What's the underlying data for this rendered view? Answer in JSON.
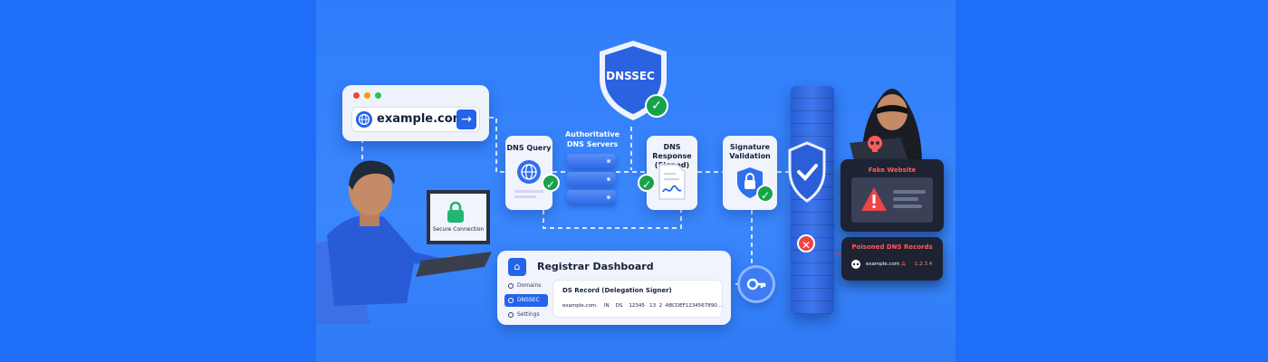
{
  "browser": {
    "url": "example.com",
    "dot_colors": [
      "#ef4444",
      "#f59e0b",
      "#22c55e"
    ]
  },
  "badge": {
    "label": "DNSSEC"
  },
  "flow": {
    "dns_query": "DNS Query",
    "authoritative": [
      "Authoritative",
      "DNS Servers"
    ],
    "dns_response": [
      "DNS Response",
      "(Signed)"
    ],
    "signature_validation": [
      "Signature",
      "Validation"
    ]
  },
  "laptop": {
    "screen_text": "Secure Connection"
  },
  "registrar": {
    "title": "Registrar Dashboard",
    "nav": [
      {
        "label": "Domains",
        "active": false
      },
      {
        "label": "DNSSEC",
        "active": true
      },
      {
        "label": "Settings",
        "active": false
      }
    ],
    "ds_title": "DS Record (Delegation Signer)",
    "ds_record": {
      "name": "example.com.",
      "class": "IN",
      "type": "DS",
      "key_tag": "12345",
      "algorithm": "13",
      "digest_type": "2",
      "digest": "ABCDEF1234567890..."
    }
  },
  "attacker": {
    "fake_title": "Fake Website",
    "poison_title": "Poisoned DNS Records",
    "poison_record": {
      "name": "example.com",
      "type": "A",
      "value": "1.2.3.4"
    }
  },
  "colors": {
    "background": "#1e6ef7",
    "accent": "#2563eb",
    "success": "#16a34a",
    "danger": "#ef4444"
  }
}
